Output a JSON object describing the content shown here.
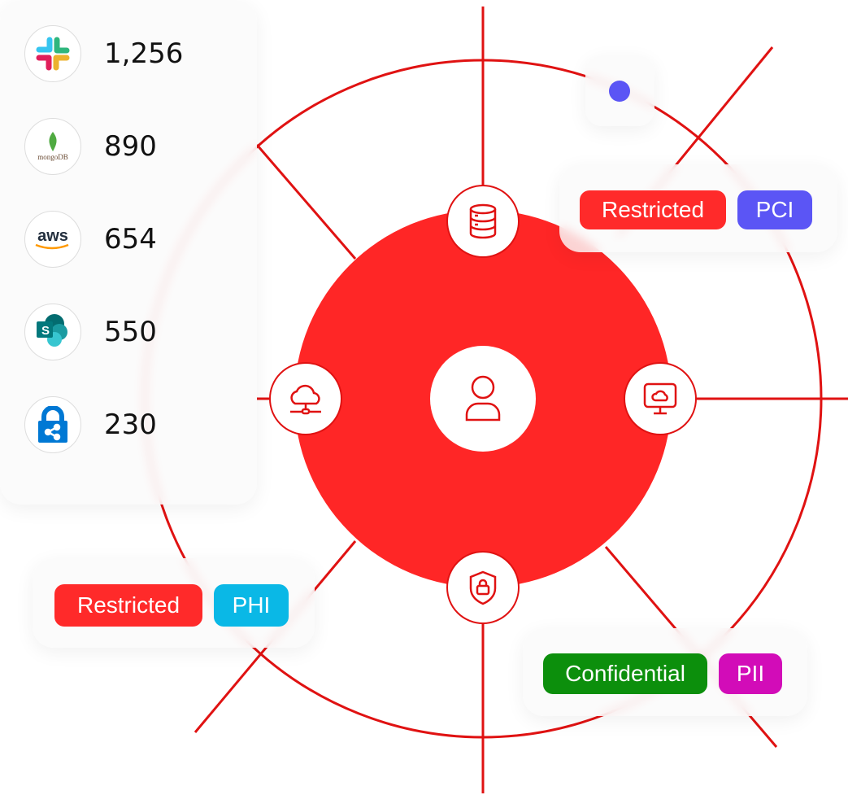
{
  "sources": [
    {
      "name": "slack",
      "count": "1,256"
    },
    {
      "name": "mongodb",
      "count": "890",
      "logo_text": "mongoDB"
    },
    {
      "name": "aws",
      "count": "654",
      "logo_text": "aws"
    },
    {
      "name": "sharepoint",
      "count": "550",
      "logo_text": "S"
    },
    {
      "name": "azure-information-protection",
      "count": "230"
    }
  ],
  "tags": {
    "top_right": [
      {
        "label": "Restricted",
        "color": "#ff2a2a"
      },
      {
        "label": "PCI",
        "color": "#5b55f5"
      }
    ],
    "bottom_left": [
      {
        "label": "Restricted",
        "color": "#ff2a2a"
      },
      {
        "label": "PHI",
        "color": "#0ab8e6"
      }
    ],
    "bottom_right": [
      {
        "label": "Confidential",
        "color": "#0c8f0c"
      },
      {
        "label": "PII",
        "color": "#d20cb8"
      }
    ]
  },
  "colors": {
    "accent": "#ff2626",
    "line": "#e01212",
    "dot": "#5b55f5"
  },
  "nodes": [
    "database-icon",
    "cloud-network-icon",
    "monitor-cloud-icon",
    "shield-lock-icon",
    "user-icon"
  ]
}
